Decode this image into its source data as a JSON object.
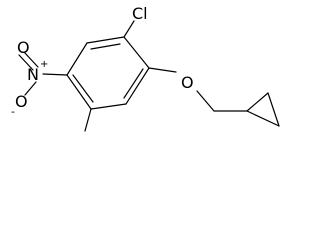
{
  "molecule": {
    "labels": {
      "chlorine": "Cl",
      "nitrogen": "N",
      "oxygen_top": "O",
      "oxygen_bottom": "O",
      "charge_plus": "+",
      "charge_minus": "-",
      "ether_oxygen": "O"
    },
    "colors": {
      "bond": "#000000",
      "text": "#000000",
      "background": "#ffffff"
    }
  }
}
